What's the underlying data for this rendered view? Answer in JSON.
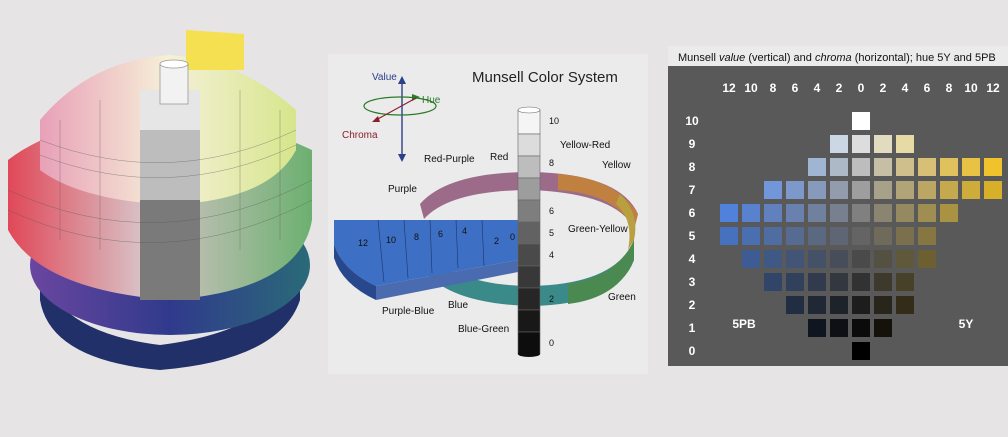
{
  "diagram": {
    "title": "Munsell Color System",
    "axes": {
      "value": "Value",
      "hue": "Hue",
      "chroma": "Chroma"
    },
    "hue_labels": [
      "Red",
      "Yellow-Red",
      "Yellow",
      "Green-Yellow",
      "Green",
      "Blue-Green",
      "Blue",
      "Purple-Blue",
      "Purple",
      "Red-Purple"
    ],
    "value_scale": [
      "10",
      "8",
      "6",
      "5",
      "4",
      "2",
      "0"
    ],
    "chroma_scale": [
      "12",
      "10",
      "8",
      "6",
      "4",
      "2",
      "0"
    ]
  },
  "chart": {
    "title_parts": [
      "Munsell ",
      "value",
      " (vertical) and ",
      "chroma",
      " (horizontal); hue 5Y and 5PB"
    ],
    "chroma_ticks": [
      "12",
      "10",
      "8",
      "6",
      "4",
      "2",
      "0",
      "2",
      "4",
      "6",
      "8",
      "10",
      "12"
    ],
    "value_ticks": [
      "10",
      "9",
      "8",
      "7",
      "6",
      "5",
      "4",
      "3",
      "2",
      "1",
      "0"
    ],
    "left_hue": "5PB",
    "right_hue": "5Y"
  },
  "colors": {
    "page_bg": "#e7e4e6",
    "chart_bg": "#595959",
    "value_10": "#ffffff",
    "value_0": "#000000"
  }
}
